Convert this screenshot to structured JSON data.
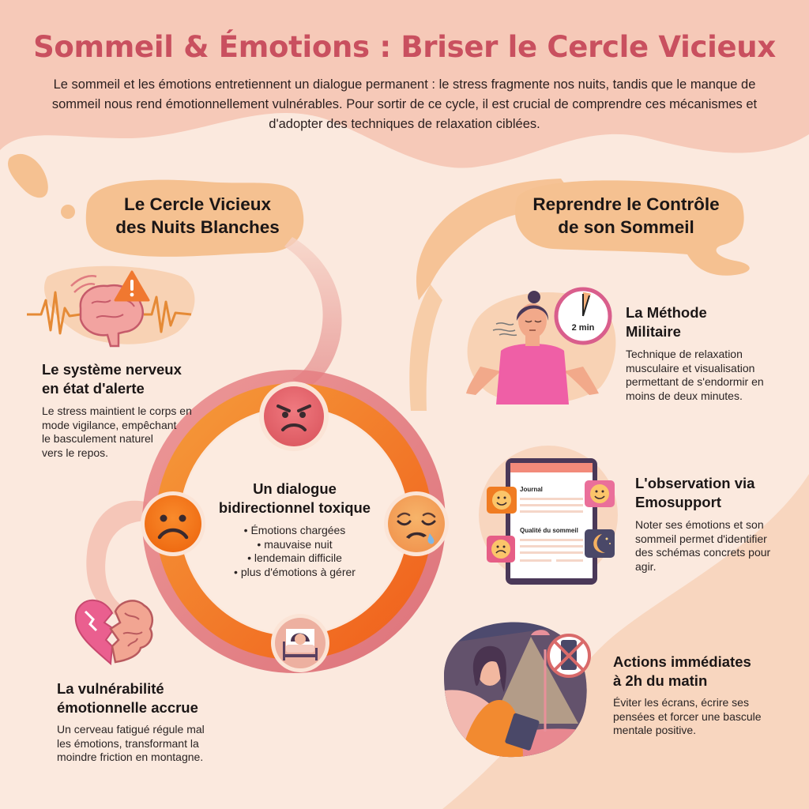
{
  "header": {
    "title": "Sommeil & Émotions : Briser le Cercle Vicieux",
    "intro": "Le sommeil et les émotions entretiennent un dialogue permanent : le stress fragmente nos nuits, tandis que le manque de sommeil nous rend émotionnellement vulnérables. Pour sortir de ce cycle, il est crucial de comprendre ces mécanismes et d'adopter des techniques de relaxation ciblées."
  },
  "left_section": {
    "title_line1": "Le Cercle Vicieux",
    "title_line2": "des Nuits Blanches",
    "cards": [
      {
        "icon": "brain-alert-icon",
        "title_line1": "Le système nerveux",
        "title_line2": "en état d'alerte",
        "text_lines": [
          "Le stress maintient le corps en",
          "mode vigilance, empêchant",
          "le basculement naturel",
          "vers le repos."
        ]
      },
      {
        "icon": "broken-heart-brain-icon",
        "title_line1": "La vulnérabilité",
        "title_line2": "émotionnelle accrue",
        "text_lines": [
          "Un cerveau fatigué régule mal",
          "les émotions, transformant la",
          "moindre friction en montagne."
        ]
      }
    ]
  },
  "cycle": {
    "title_line1": "Un dialogue",
    "title_line2": "bidirectionnel toxique",
    "bullets": [
      "Émotions chargées",
      "mauvaise nuit",
      "lendemain difficile",
      "plus d'émotions à gérer"
    ],
    "nodes": [
      {
        "position": "top",
        "icon": "angry-face-icon",
        "color": "#e8636a"
      },
      {
        "position": "right",
        "icon": "crying-tired-face-icon",
        "color": "#f4a25c"
      },
      {
        "position": "bottom",
        "icon": "sleepless-in-bed-icon",
        "color": "#eeb3a0"
      },
      {
        "position": "left",
        "icon": "sad-face-icon",
        "color": "#f47a20"
      }
    ]
  },
  "right_section": {
    "title_line1": "Reprendre le Contrôle",
    "title_line2": "de son Sommeil",
    "cards": [
      {
        "icon": "meditation-timer-icon",
        "timer_label": "2 min",
        "title_line1": "La Méthode",
        "title_line2": "Militaire",
        "text_lines": [
          "Technique de relaxation",
          "musculaire et visualisation",
          "permettant de s'endormir en",
          "moins de deux minutes."
        ]
      },
      {
        "icon": "journal-tablet-icon",
        "journal_label": "Journal",
        "sleep_quality_label": "Qualité du sommeil",
        "title_line1": "L'observation via",
        "title_line2": "Emosupport",
        "text_lines": [
          "Noter ses émotions et son",
          "sommeil permet d'identifier",
          "des schémas concrets pour",
          "agir."
        ]
      },
      {
        "icon": "night-reading-no-phone-icon",
        "title_line1": "Actions immédiates",
        "title_line2": "à 2h du matin",
        "text_lines": [
          "Éviter les écrans, écrire ses",
          "pensées et forcer une bascule",
          "mentale positive."
        ]
      }
    ]
  },
  "colors": {
    "background": "#fbe9de",
    "header_blob": "#f6c9b8",
    "title": "#c9505f",
    "section_blob": "#f5c191",
    "ring_orange": "#f47a20",
    "ring_pink": "#e0707a"
  }
}
